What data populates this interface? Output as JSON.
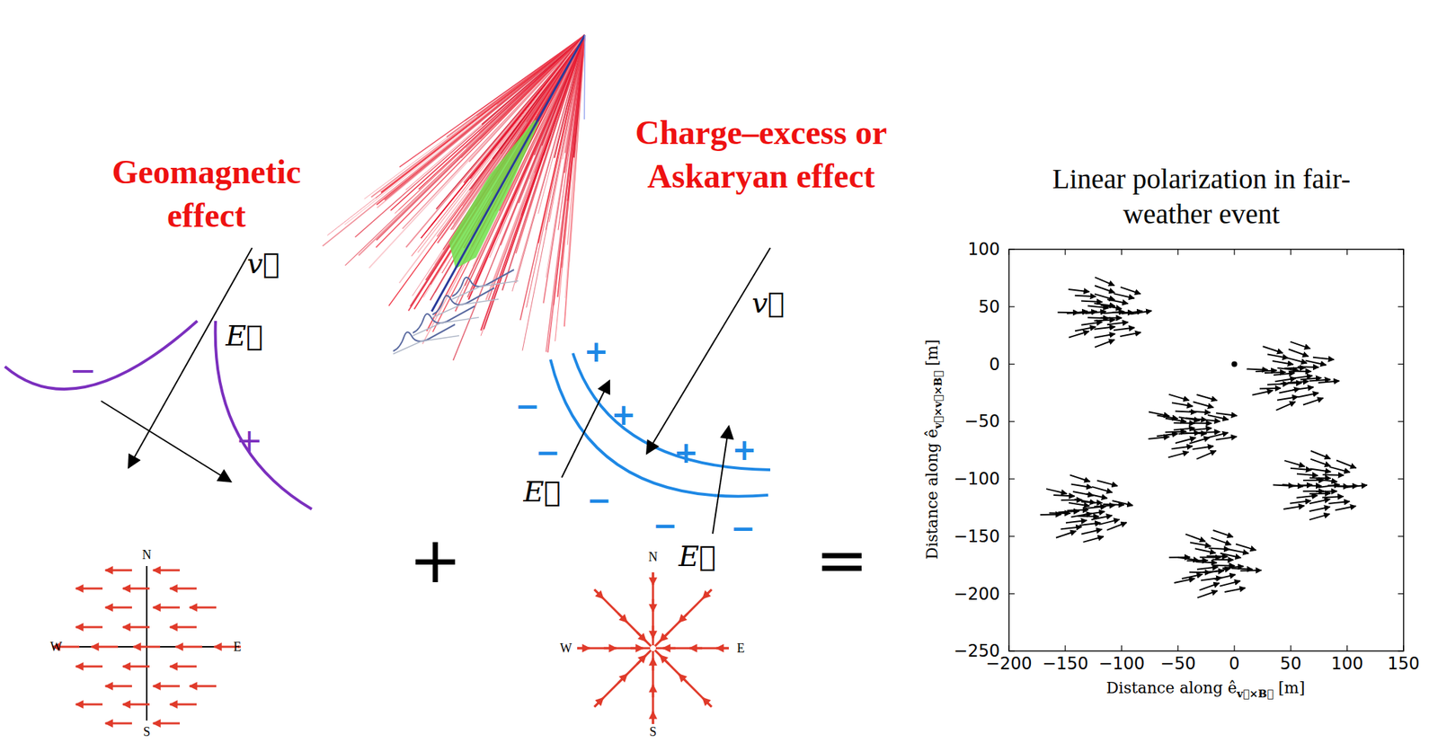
{
  "diagram": {
    "labels": [
      "Geomagnetic effect",
      "Charge–excess or Askaryan effect",
      "Linear polarization in fair-weather event",
      "v⃗",
      "E⃗",
      "−",
      "+",
      "N",
      "W",
      "E",
      "S",
      "+",
      "v⃗",
      "E⃗",
      "E⃗",
      "+",
      "+",
      "+",
      "+",
      "−",
      "−",
      "−",
      "−",
      "−",
      "N",
      "W",
      "E",
      "S",
      "=",
      "100",
      "50",
      "0",
      "−50",
      "−100",
      "−150",
      "−200",
      "−250",
      "−200",
      "−150",
      "−100",
      "−50",
      "0",
      "50",
      "100",
      "150",
      "Distance along ê",
      "v⃗×v⃗×B⃗",
      "[m]",
      "Distance along ê",
      "v⃗×B⃗",
      "[m]"
    ]
  }
}
